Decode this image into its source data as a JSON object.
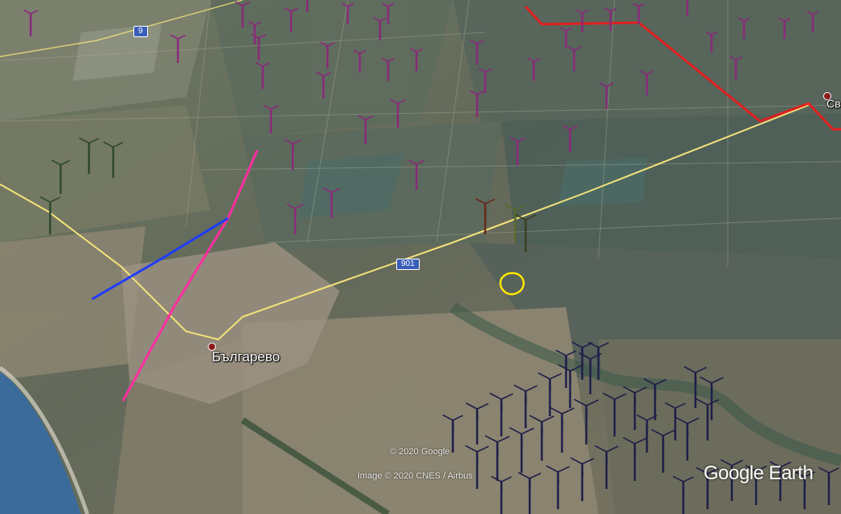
{
  "map": {
    "roads": [
      {
        "ref": "9"
      },
      {
        "ref": "901"
      }
    ],
    "places": [
      {
        "name": "Българево"
      },
      {
        "name": "Св"
      }
    ],
    "credits": {
      "copyright": "© 2020 Google",
      "imagery": "Image © 2020 CNES / Airbus"
    },
    "logo": "Google Earth",
    "colors": {
      "boundary_red": "#e02020",
      "route_yellow": "#f3e27a",
      "line_magenta": "#ff2fa0",
      "line_blue": "#1f3cff",
      "marker_yellow": "#ffe600",
      "turbine_purple": "#8a2a7a",
      "turbine_navy": "#1f1f4a",
      "turbine_green": "#2f4a2f",
      "sea": "#3a6b9a"
    }
  }
}
